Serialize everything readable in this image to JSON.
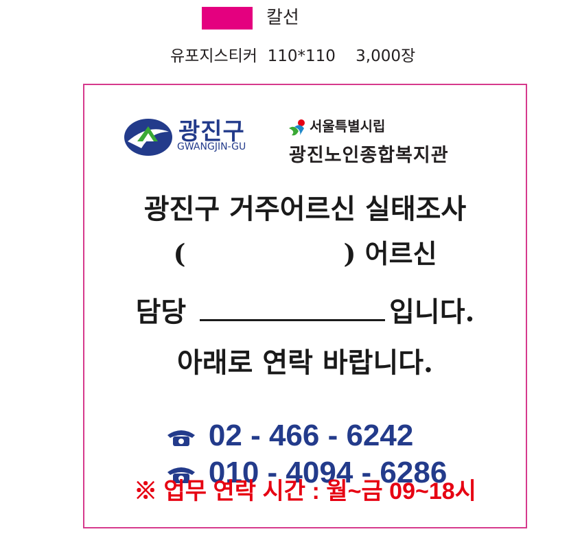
{
  "legend": {
    "color_name": "칼선",
    "color": "#e4007f"
  },
  "spec": {
    "material": "유포지스티커",
    "size": "110*110",
    "quantity": "3,000장"
  },
  "sticker": {
    "gu_logo": {
      "name": "광진구",
      "roman": "GWANGJIN-GU"
    },
    "seoul_label": "서울특별시립",
    "center_name": "광진노인종합복지관",
    "title": "광진구 거주어르신 실태조사",
    "line2_open": "(",
    "line2_close": ") 어르신",
    "line3_prefix": "담당",
    "line3_suffix": "입니다.",
    "line4": "아래로 연락 바랍니다.",
    "phone1": "02 - 466 - 6242",
    "phone2": "010 - 4094 - 6286",
    "hours": "※ 업무 연락 시간 : 월~금 09~18시",
    "colors": {
      "border": "#d6398c",
      "navy": "#233b8b",
      "red": "#e60012"
    }
  }
}
